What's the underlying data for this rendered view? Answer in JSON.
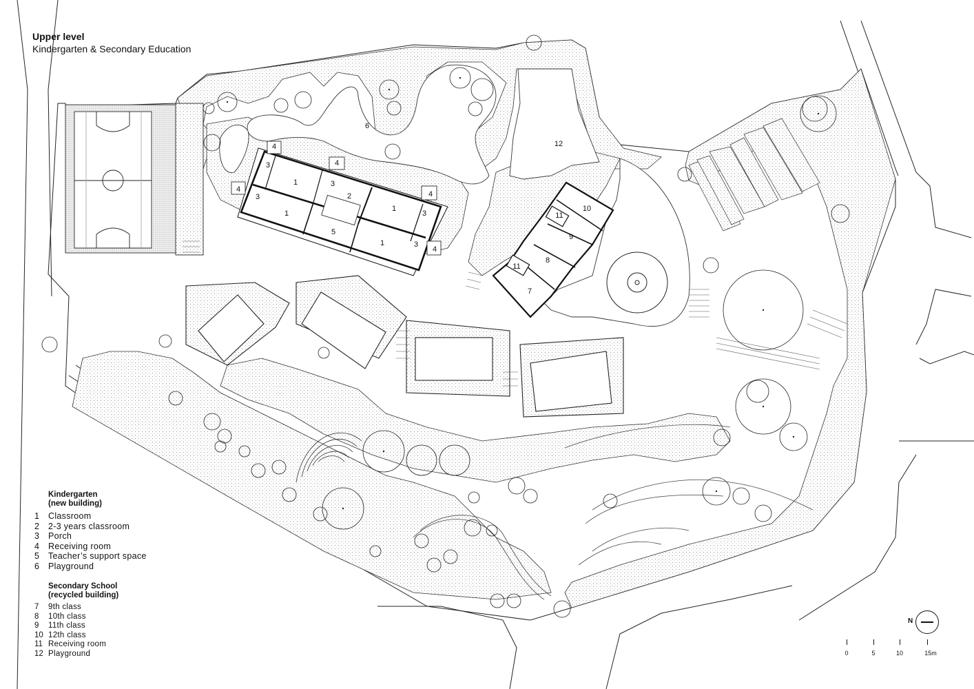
{
  "title": "Upper level",
  "subtitle": "Kindergarten & Secondary Education",
  "kindergarten": {
    "heading_line1": "Kindergarten",
    "heading_line2": "(new building)",
    "items": [
      {
        "num": "1",
        "label": "Classroom"
      },
      {
        "num": "2",
        "label": "2-3 years classroom"
      },
      {
        "num": "3",
        "label": "Porch"
      },
      {
        "num": "4",
        "label": "Receiving room"
      },
      {
        "num": "5",
        "label": "Teacher’s support space"
      },
      {
        "num": "6",
        "label": "Playground"
      }
    ]
  },
  "secondary": {
    "heading_line1": "Secondary School",
    "heading_line2": "(recycled building)",
    "items": [
      {
        "num": "7",
        "label": "9th class"
      },
      {
        "num": "8",
        "label": "10th class"
      },
      {
        "num": "9",
        "label": "11th class"
      },
      {
        "num": "10",
        "label": "12th class"
      },
      {
        "num": "11",
        "label": "Receiving room"
      },
      {
        "num": "12",
        "label": "Playground"
      }
    ]
  },
  "north_label": "N",
  "scale": {
    "ticks": [
      "0",
      "5",
      "10",
      "15m"
    ]
  },
  "plan_labels": {
    "playground_6": "6",
    "playground_12": "12",
    "k_classroom_a": "1",
    "k_classroom_b": "1",
    "k_classroom_c": "1",
    "k_classroom_d": "1",
    "k_2_3_years": "2",
    "k_porch_a": "3",
    "k_porch_b": "3",
    "k_porch_c": "3",
    "k_porch_d": "3",
    "k_porch_e": "3",
    "k_receiving_a": "4",
    "k_receiving_b": "4",
    "k_receiving_c": "4",
    "k_receiving_d": "4",
    "k_receiving_e": "4",
    "k_teacher_support": "5",
    "s_9th": "7",
    "s_10th": "8",
    "s_11th": "9",
    "s_12th": "10",
    "s_receiving_a": "11",
    "s_receiving_b": "11"
  }
}
